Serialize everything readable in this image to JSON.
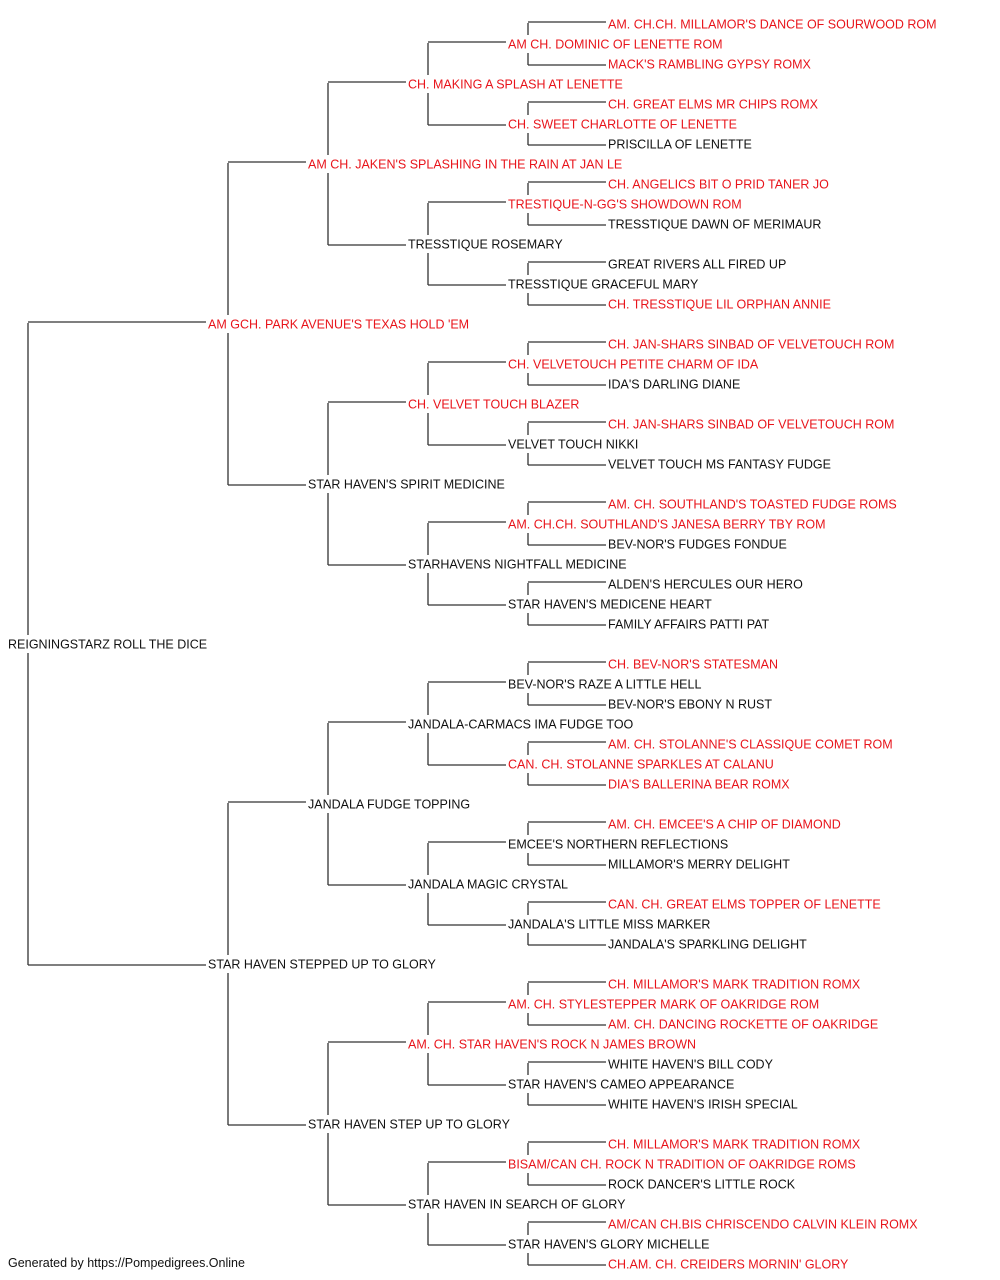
{
  "subject": {
    "name": "REIGNINGSTARZ ROLL THE DICE",
    "titled": false
  },
  "pedigree": {
    "s": {
      "name": "AM GCH. PARK AVENUE'S TEXAS HOLD 'EM",
      "titled": true
    },
    "ss": {
      "name": "AM CH. JAKEN'S SPLASHING IN THE RAIN AT JAN LE",
      "titled": true
    },
    "sss": {
      "name": "CH. MAKING A SPLASH AT LENETTE",
      "titled": true
    },
    "ssss": {
      "name": "AM CH. DOMINIC OF LENETTE ROM",
      "titled": true
    },
    "sssss": {
      "name": "AM. CH.CH. MILLAMOR'S DANCE OF SOURWOOD ROM",
      "titled": true
    },
    "ssssd": {
      "name": "MACK'S RAMBLING GYPSY ROMX",
      "titled": true
    },
    "sssd": {
      "name": "CH. SWEET CHARLOTTE OF LENETTE",
      "titled": true
    },
    "sssds": {
      "name": "CH. GREAT ELMS MR CHIPS ROMX",
      "titled": true
    },
    "sssdd": {
      "name": "PRISCILLA OF LENETTE",
      "titled": false
    },
    "ssd": {
      "name": "TRESSTIQUE ROSEMARY",
      "titled": false
    },
    "ssds": {
      "name": "TRESTIQUE-N-GG'S SHOWDOWN ROM",
      "titled": true
    },
    "ssdss": {
      "name": "CH. ANGELICS BIT O PRID TANER JO",
      "titled": true
    },
    "ssdsd": {
      "name": "TRESSTIQUE DAWN OF MERIMAUR",
      "titled": false
    },
    "ssdd": {
      "name": "TRESSTIQUE GRACEFUL MARY",
      "titled": false
    },
    "ssdds": {
      "name": "GREAT RIVERS ALL FIRED UP",
      "titled": false
    },
    "ssddd": {
      "name": "CH. TRESSTIQUE LIL ORPHAN ANNIE",
      "titled": true
    },
    "sd": {
      "name": "STAR HAVEN'S SPIRIT MEDICINE",
      "titled": false
    },
    "sds": {
      "name": "CH. VELVET TOUCH BLAZER",
      "titled": true
    },
    "sdss": {
      "name": "CH. VELVETOUCH PETITE CHARM OF IDA",
      "titled": true
    },
    "sdsss": {
      "name": "CH. JAN-SHARS SINBAD OF VELVETOUCH ROM",
      "titled": true
    },
    "sdssd": {
      "name": "IDA'S DARLING DIANE",
      "titled": false
    },
    "sdsd": {
      "name": "VELVET TOUCH NIKKI",
      "titled": false
    },
    "sdsds": {
      "name": "CH. JAN-SHARS SINBAD OF VELVETOUCH ROM",
      "titled": true
    },
    "sdsdd": {
      "name": "VELVET TOUCH MS FANTASY FUDGE",
      "titled": false
    },
    "sdd": {
      "name": "STARHAVENS NIGHTFALL MEDICINE",
      "titled": false
    },
    "sdds": {
      "name": "AM. CH.CH. SOUTHLAND'S JANESA BERRY TBY ROM",
      "titled": true
    },
    "sddss": {
      "name": "AM. CH. SOUTHLAND'S TOASTED FUDGE ROMS",
      "titled": true
    },
    "sddsd": {
      "name": "BEV-NOR'S FUDGES FONDUE",
      "titled": false
    },
    "sddd": {
      "name": "STAR HAVEN'S MEDICENE HEART",
      "titled": false
    },
    "sddds": {
      "name": "ALDEN'S HERCULES OUR HERO",
      "titled": false
    },
    "sdddd": {
      "name": "FAMILY AFFAIRS PATTI PAT",
      "titled": false
    },
    "d": {
      "name": "STAR HAVEN STEPPED UP TO GLORY",
      "titled": false
    },
    "ds": {
      "name": "JANDALA FUDGE TOPPING",
      "titled": false
    },
    "dss": {
      "name": "JANDALA-CARMACS IMA FUDGE TOO",
      "titled": false
    },
    "dsss": {
      "name": "BEV-NOR'S RAZE A LITTLE HELL",
      "titled": false
    },
    "dssss": {
      "name": "CH. BEV-NOR'S STATESMAN",
      "titled": true
    },
    "dsssd": {
      "name": "BEV-NOR'S EBONY N RUST",
      "titled": false
    },
    "dssd": {
      "name": "CAN. CH. STOLANNE SPARKLES AT CALANU",
      "titled": true
    },
    "dssds": {
      "name": "AM. CH. STOLANNE'S CLASSIQUE COMET ROM",
      "titled": true
    },
    "dssdd": {
      "name": "DIA'S BALLERINA BEAR ROMX",
      "titled": true
    },
    "dsd": {
      "name": "JANDALA MAGIC CRYSTAL",
      "titled": false
    },
    "dsds": {
      "name": "EMCEE'S NORTHERN REFLECTIONS",
      "titled": false
    },
    "dsdss": {
      "name": "AM. CH. EMCEE'S A CHIP OF DIAMOND",
      "titled": true
    },
    "dsdsd": {
      "name": "MILLAMOR'S MERRY DELIGHT",
      "titled": false
    },
    "dsdd": {
      "name": "JANDALA'S LITTLE MISS MARKER",
      "titled": false
    },
    "dsdds": {
      "name": "CAN. CH. GREAT ELMS TOPPER OF LENETTE",
      "titled": true
    },
    "dsddd": {
      "name": "JANDALA'S SPARKLING DELIGHT",
      "titled": false
    },
    "dd": {
      "name": "STAR HAVEN STEP UP TO GLORY",
      "titled": false
    },
    "dds": {
      "name": "AM. CH. STAR HAVEN'S ROCK N JAMES BROWN",
      "titled": true
    },
    "ddss": {
      "name": "AM. CH. STYLESTEPPER MARK OF OAKRIDGE ROM",
      "titled": true
    },
    "ddsss": {
      "name": "CH. MILLAMOR'S MARK TRADITION ROMX",
      "titled": true
    },
    "ddssd": {
      "name": "AM. CH. DANCING ROCKETTE OF OAKRIDGE",
      "titled": true
    },
    "ddsd": {
      "name": "STAR HAVEN'S CAMEO APPEARANCE",
      "titled": false
    },
    "ddsds": {
      "name": "WHITE HAVEN'S BILL CODY",
      "titled": false
    },
    "ddsdd": {
      "name": "WHITE HAVEN'S IRISH SPECIAL",
      "titled": false
    },
    "ddd": {
      "name": "STAR HAVEN IN SEARCH OF GLORY",
      "titled": false
    },
    "ddds": {
      "name": "BISAM/CAN CH. ROCK N TRADITION OF OAKRIDGE ROMS",
      "titled": true
    },
    "dddss": {
      "name": "CH. MILLAMOR'S MARK TRADITION ROMX",
      "titled": true
    },
    "dddsd": {
      "name": "ROCK DANCER'S LITTLE ROCK",
      "titled": false
    },
    "dddd": {
      "name": "STAR HAVEN'S GLORY MICHELLE",
      "titled": false
    },
    "dddds": {
      "name": "AM/CAN CH.BIS CHRISCENDO CALVIN KLEIN ROMX",
      "titled": true
    },
    "ddddd": {
      "name": "CH.AM. CH. CREIDERS MORNIN' GLORY",
      "titled": true
    }
  },
  "colors": {
    "titled": "#e8141b",
    "untitled": "#111111",
    "connector": "#333333"
  },
  "footer": {
    "text": "Generated by https://Pompedigrees.Online"
  }
}
